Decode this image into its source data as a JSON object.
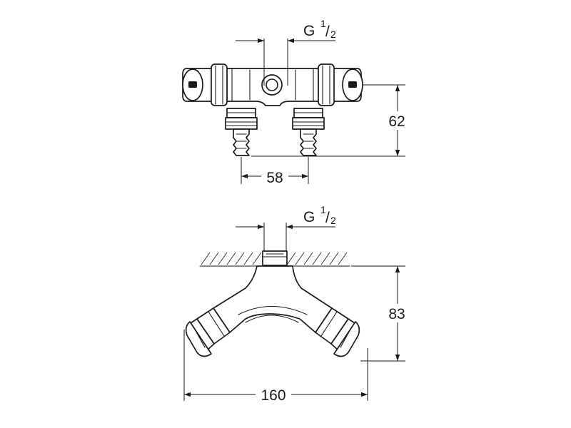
{
  "top_view": {
    "thread_label": {
      "main": "G",
      "numerator": "1",
      "slash": "/",
      "denominator": "2"
    },
    "height_label": "62",
    "spacing_label": "58"
  },
  "side_view": {
    "thread_label": {
      "main": "G",
      "numerator": "1",
      "slash": "/",
      "denominator": "2"
    },
    "height_label": "83",
    "width_label": "160"
  }
}
